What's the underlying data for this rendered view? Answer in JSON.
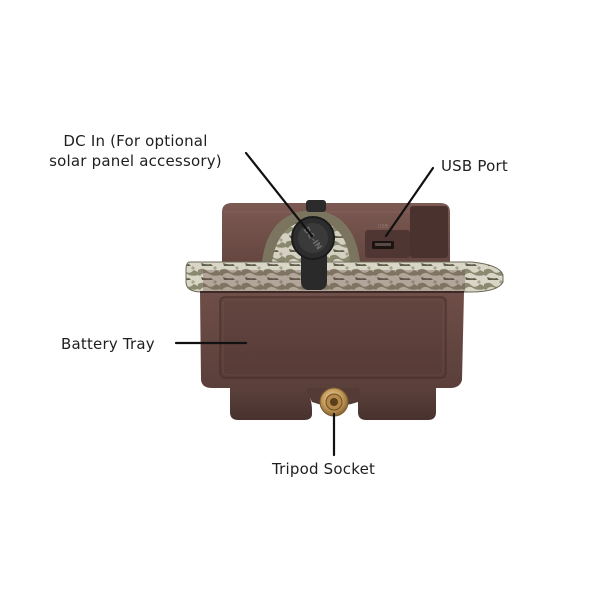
{
  "labels": {
    "dc_in_line1": "DC In (For optional",
    "dc_in_line2": "solar panel accessory)",
    "usb_port": "USB Port",
    "battery_tray": "Battery Tray",
    "tripod_socket": "Tripod Socket"
  },
  "plug_text": "DC-IN",
  "colors": {
    "housing": "#6b4b45",
    "housing_dark": "#4f3632",
    "housing_light": "#7f5d56",
    "camo_light": "#d9d6c8",
    "camo_dark": "#7a7a62",
    "brass": "#c9a060",
    "leader_line": "#111111",
    "text": "#1f1f1f"
  }
}
